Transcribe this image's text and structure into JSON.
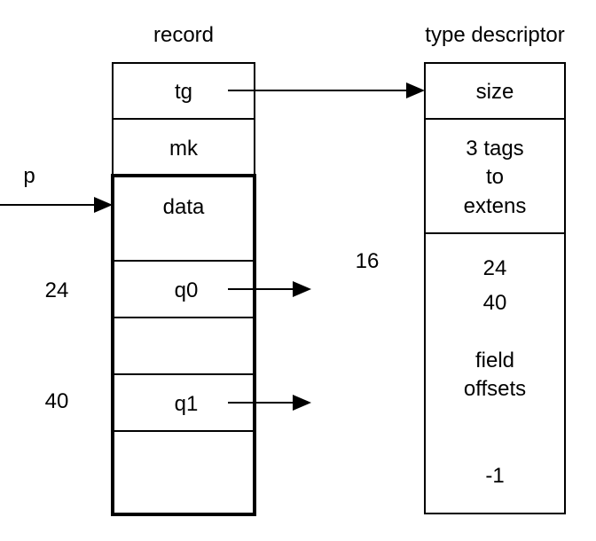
{
  "titles": {
    "record": "record",
    "type_descriptor": "type descriptor"
  },
  "record_cells": {
    "tg": "tg",
    "mk": "mk",
    "data": "data",
    "q0": "q0",
    "q1": "q1"
  },
  "pointer_label": "p",
  "offset_labels": {
    "q0": "24",
    "q1": "40",
    "descriptor_start": "16"
  },
  "descriptor_cells": {
    "size": "size",
    "tags": [
      "3 tags",
      "to",
      "extens"
    ],
    "offsets": [
      "24",
      "40"
    ],
    "field_offsets": [
      "field",
      "offsets"
    ],
    "sentinel": "-1"
  }
}
